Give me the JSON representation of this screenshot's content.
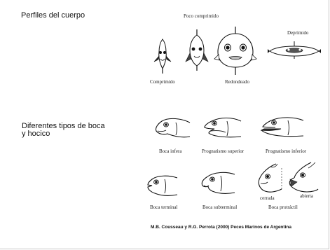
{
  "section_body": {
    "heading": "Perfiles del cuerpo",
    "labels": {
      "compressed": "Comprimido",
      "slightly_compressed": "Poco comprimido",
      "rounded": "Redondeado",
      "depressed": "Deprimido"
    }
  },
  "section_mouth": {
    "heading_line1": "Diferentes tipos de boca",
    "heading_line2": "y hocico",
    "labels": {
      "inferior": "Boca infera",
      "prog_superior": "Prognatismo superior",
      "prog_inferior": "Prognatismo inferior",
      "terminal": "Boca terminal",
      "subterminal": "Boca subterminal",
      "closed": "cerrada",
      "open": "abierta",
      "protractile": "Boca protráctil"
    }
  },
  "credit": "M.B. Cousseau y R.G. Perrota (2000) Peces Marinos de Argentina",
  "colors": {
    "background": "#ffffff",
    "ink": "#111111",
    "border": "#c8c8c8"
  }
}
